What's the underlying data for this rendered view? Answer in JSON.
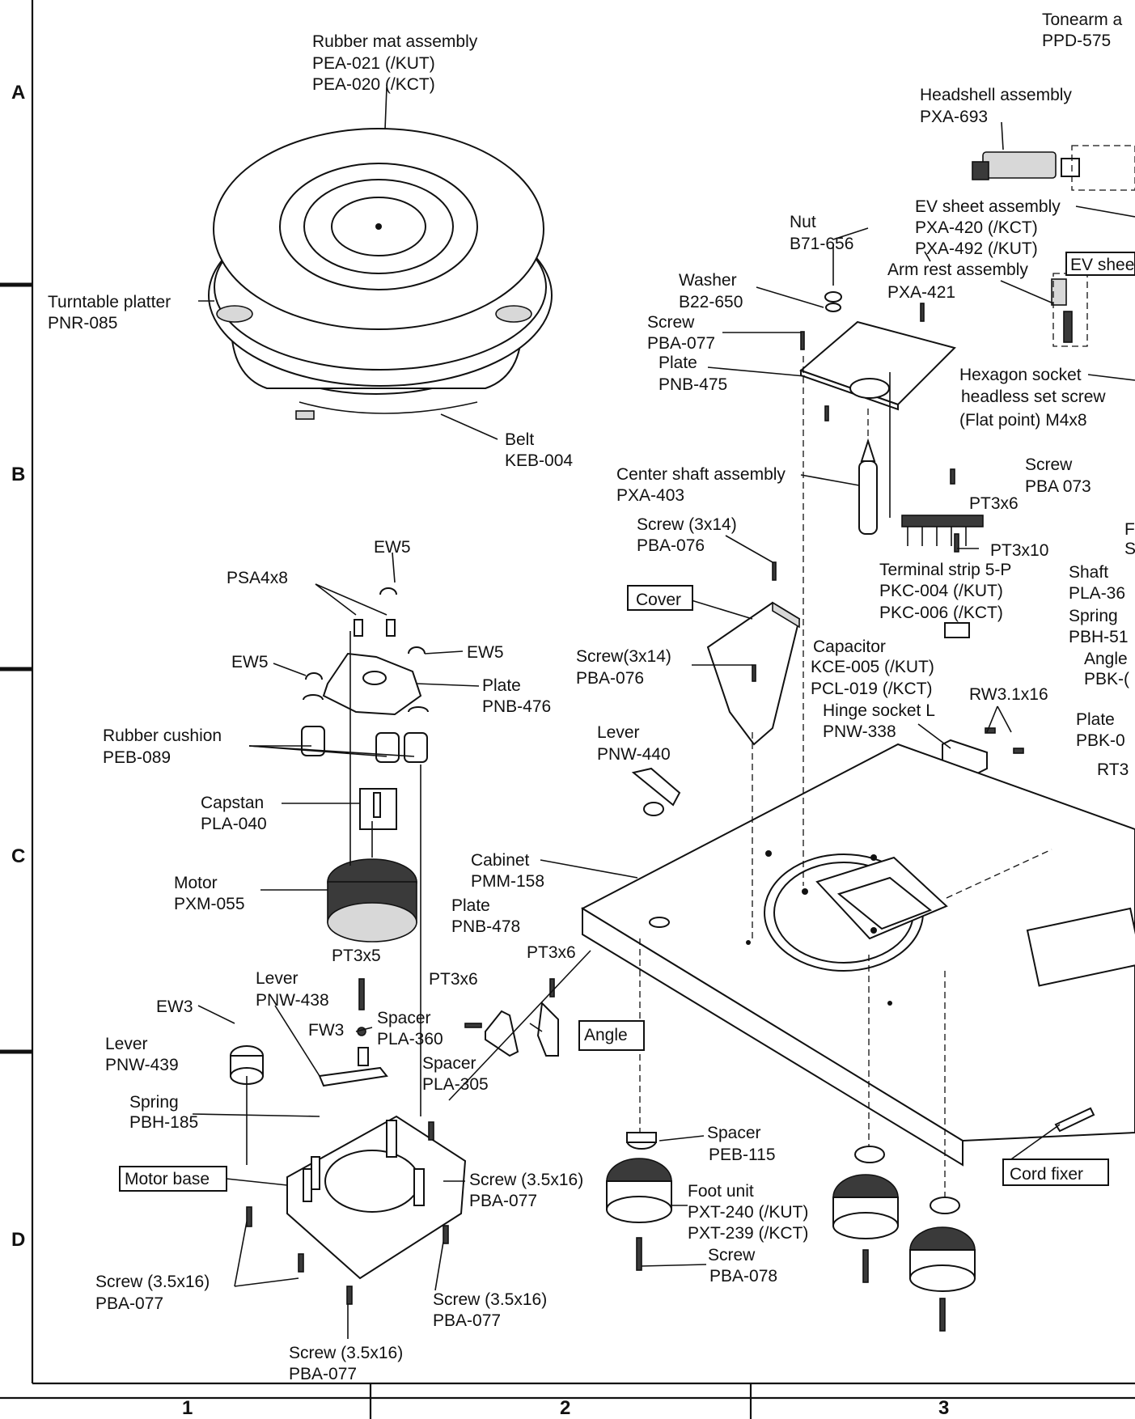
{
  "grid": {
    "rows": [
      "A",
      "B",
      "C",
      "D"
    ],
    "columns": [
      "1",
      "2",
      "3"
    ]
  },
  "labels": {
    "tonearm": [
      "Tonearm a",
      "PPD-575"
    ],
    "rubber_mat": [
      "Rubber mat assembly",
      "PEA-021 (/KUT)",
      "PEA-020 (/KCT)"
    ],
    "headshell": [
      "Headshell assembly",
      "PXA-693"
    ],
    "ev_sheet": [
      "EV sheet assembly",
      "PXA-420 (/KCT)",
      "PXA-492 (/KUT)"
    ],
    "ev_sheet_box": "EV shee",
    "nut": [
      "Nut",
      "B71-656"
    ],
    "arm_rest": [
      "Arm rest assembly",
      "PXA-421"
    ],
    "washer": [
      "Washer",
      "B22-650"
    ],
    "turntable_platter": [
      "Turntable platter",
      "PNR-085"
    ],
    "screw_pba077_top": [
      "Screw",
      "PBA-077"
    ],
    "plate_pnb475": [
      "Plate",
      "PNB-475"
    ],
    "hexagon_socket": [
      "Hexagon socket",
      "headless set screw",
      "(Flat point) M4x8"
    ],
    "belt": [
      "Belt",
      "KEB-004"
    ],
    "screw_pba073": [
      "Screw",
      "PBA 073"
    ],
    "center_shaft": [
      "Center shaft assembly",
      "PXA-403"
    ],
    "pt3x6_a": "PT3x6",
    "screw_3x14_a": [
      "Screw (3x14)",
      "PBA-076"
    ],
    "pt3x10": "PT3x10",
    "terminal_strip": [
      "Terminal strip 5-P",
      "PKC-004 (/KUT)",
      "PKC-006 (/KCT)"
    ],
    "right_f": [
      "F",
      "S"
    ],
    "shaft": [
      "Shaft",
      "PLA-36"
    ],
    "spring_right": [
      "Spring",
      "PBH-51"
    ],
    "angle_right": [
      "Angle",
      "PBK-("
    ],
    "ew5_top": "EW5",
    "psa4x8": "PSA4x8",
    "cover_box": "Cover",
    "ew5_left": "EW5",
    "ew5_right": "EW5",
    "plate_pnb476": [
      "Plate",
      "PNB-476"
    ],
    "capacitor": [
      "Capacitor",
      "KCE-005 (/KUT)",
      "PCL-019 (/KCT)"
    ],
    "screw_3x14_b": [
      "Screw(3x14)",
      "PBA-076"
    ],
    "hinge_socket": [
      "Hinge socket L",
      "PNW-338"
    ],
    "rw31x16": "RW3.1x16",
    "plate_right": [
      "Plate",
      "PBK-0"
    ],
    "rt3": "RT3",
    "rubber_cushion": [
      "Rubber cushion",
      "PEB-089"
    ],
    "lever_pnw440": [
      "Lever",
      "PNW-440"
    ],
    "capstan": [
      "Capstan",
      "PLA-040"
    ],
    "cabinet": [
      "Cabinet",
      "PMM-158"
    ],
    "motor": [
      "Motor",
      "PXM-055"
    ],
    "plate_pnb478": [
      "Plate",
      "PNB-478"
    ],
    "pt3x5": "PT3x5",
    "pt3x6_b": "PT3x6",
    "pt3x6_c": "PT3x6",
    "lever_pnw438": [
      "Lever",
      "PNW-438"
    ],
    "ew3": "EW3",
    "fw3": "FW3",
    "spacer_pla360": [
      "Spacer",
      "PLA-360"
    ],
    "angle_box": "Angle",
    "lever_pnw439": [
      "Lever",
      "PNW-439"
    ],
    "spacer_pla305": [
      "Spacer",
      "PLA-305"
    ],
    "spring_pbh185": [
      "Spring",
      "PBH-185"
    ],
    "spacer_peb115": [
      "Spacer",
      "PEB-115"
    ],
    "motor_base_box": "Motor base",
    "screw_35x16_a": [
      "Screw (3.5x16)",
      "PBA-077"
    ],
    "foot_unit": [
      "Foot unit",
      "PXT-240 (/KUT)",
      "PXT-239 (/KCT)"
    ],
    "cord_fixer_box": "Cord fixer",
    "screw_pba078": [
      "Screw",
      "PBA-078"
    ],
    "screw_35x16_b": [
      "Screw (3.5x16)",
      "PBA-077"
    ],
    "screw_35x16_c": [
      "Screw (3.5x16)",
      "PBA-077"
    ],
    "screw_35x16_d": [
      "Screw (3.5x16)",
      "PBA-077"
    ]
  }
}
